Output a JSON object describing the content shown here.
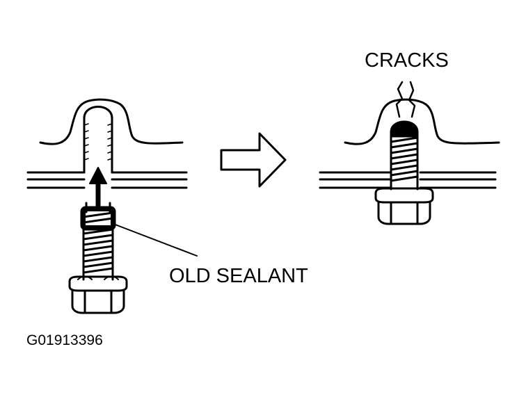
{
  "diagram": {
    "labels": {
      "cracks": "CRACKS",
      "old_sealant": "OLD SEALANT",
      "figure_code": "G01913396"
    },
    "colors": {
      "ink": "#000000",
      "paper": "#ffffff"
    },
    "icons": {
      "transition": "right-arrow-icon",
      "insert_direction": "up-arrow-icon"
    }
  }
}
